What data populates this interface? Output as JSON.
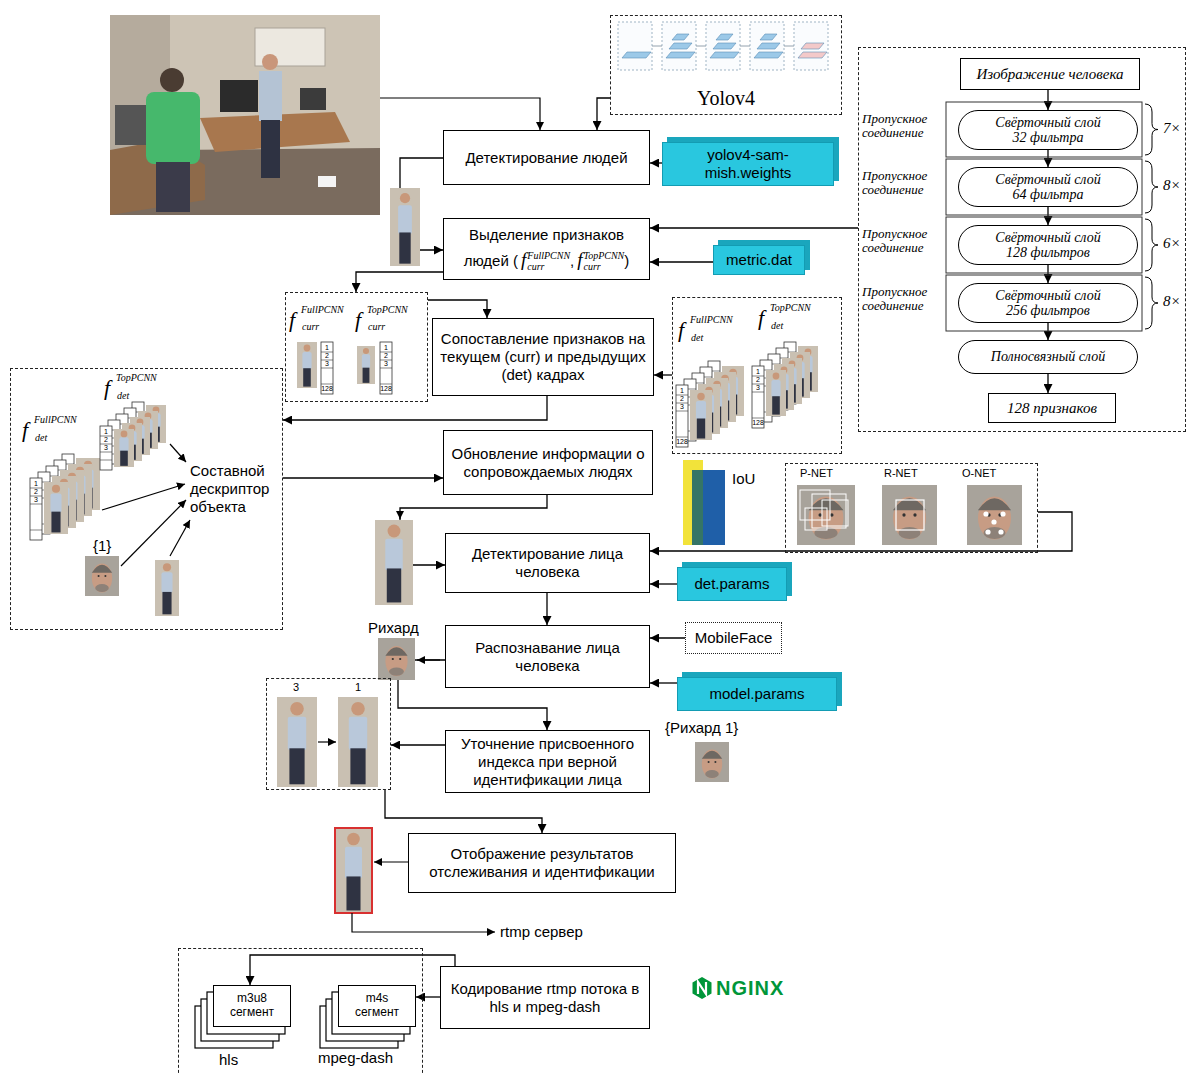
{
  "diagram": {
    "nodes": [
      {
        "text": [
          "Yolov4"
        ]
      },
      {
        "text": [
          "Пропускное соединение",
          "7×",
          "Пропускное соединение",
          "8×",
          "Пропускное соединение",
          "6×",
          "Пропускное соединение",
          "8×"
        ]
      },
      {
        "text": [
          "Изображение человека"
        ],
        "in": 1
      },
      {
        "text": [
          "Свёрточный слой 32 фильтра"
        ],
        "in": 1
      },
      {
        "text": [
          "Свёрточный слой 64 фильтра"
        ],
        "in": 1
      },
      {
        "text": [
          "Свёрточный слой 128 фильтров"
        ],
        "in": 1
      },
      {
        "text": [
          "Свёрточный слой 256 фильтров"
        ],
        "in": 1
      },
      {
        "text": [
          "Полносвязный слой"
        ],
        "in": 1
      },
      {
        "text": [
          "128 признаков"
        ],
        "in": 1
      },
      {
        "text": [
          "Детектирование людей"
        ]
      },
      {
        "text": [
          "yolov4-sam-mish.weights"
        ]
      },
      {
        "text": [
          "Выделение признаков людей (",
          "f",
          "FullPCNN",
          "curr",
          ",",
          "f",
          "TopPCNN",
          "curr",
          ")"
        ]
      },
      {
        "text": [
          "metric.dat"
        ]
      },
      {
        "text": [
          "f",
          "FullPCNN",
          "curr",
          "f",
          "TopPCNN",
          "curr",
          "1",
          "2",
          "3",
          "128",
          "1",
          "2",
          "3",
          "128"
        ]
      },
      {
        "text": [
          "Сопоставление признаков на текущем (curr) и предыдущих (det) кадрах"
        ]
      },
      {
        "text": [
          "f",
          "FullPCNN",
          "det",
          "f",
          "TopPCNN",
          "det",
          "1",
          "2",
          "3",
          "128",
          "1",
          "2",
          "3",
          "128"
        ]
      },
      {
        "text": [
          "f",
          "TopPCNN",
          "det",
          "f",
          "FullPCNN",
          "det",
          "1",
          "2",
          "3",
          "1",
          "2",
          "3",
          "Составной дескриптор объекта",
          "{1}"
        ]
      },
      {
        "text": [
          "Обновление информации о сопровождаемых людях"
        ]
      },
      {
        "text": [
          "P-NET",
          "R-NET",
          "O-NET"
        ]
      },
      {
        "text": [
          "Детектирование лица человека"
        ]
      },
      {
        "text": [
          "det.params"
        ]
      },
      {
        "text": [
          "MobileFace"
        ]
      },
      {
        "text": [
          "Распознавание лица человека"
        ]
      },
      {
        "text": [
          "model.params"
        ]
      },
      {
        "text": [
          "3",
          "1"
        ]
      },
      {
        "text": [
          "Уточнение присвоенного индекса при верной идентификации лица"
        ]
      },
      {
        "text": [
          "Отображение результатов отслеживания и идентификации"
        ]
      },
      {
        "text": [
          "hls",
          "mpeg-dash"
        ]
      },
      {
        "text": [
          "m3u8 сегмент"
        ],
        "in": 27
      },
      {
        "text": [
          "m4s сегмент"
        ],
        "in": 27
      },
      {
        "text": [
          "Кодирование rtmp потока в hls и mpeg-dash"
        ]
      }
    ],
    "edges": [
      {
        "from": 0,
        "to": 9,
        "arrow": "to"
      },
      {
        "from": 10,
        "to": 9,
        "arrow": "to"
      },
      {
        "from": 9,
        "to": 11,
        "arrow": "to"
      },
      {
        "from": 12,
        "to": 11,
        "arrow": "to"
      },
      {
        "from": 1,
        "to": 11,
        "arrow": "to"
      },
      {
        "from": 2,
        "to": 3,
        "arrow": "to"
      },
      {
        "from": 3,
        "to": 4,
        "arrow": "to"
      },
      {
        "from": 4,
        "to": 5,
        "arrow": "to"
      },
      {
        "from": 5,
        "to": 6,
        "arrow": "to"
      },
      {
        "from": 6,
        "to": 7,
        "arrow": "to"
      },
      {
        "from": 7,
        "to": 8,
        "arrow": "to"
      },
      {
        "from": 11,
        "to": 13,
        "arrow": "to"
      },
      {
        "from": 13,
        "to": 14,
        "arrow": "to"
      },
      {
        "from": 15,
        "to": 14,
        "arrow": "to"
      },
      {
        "from": 14,
        "to": 16,
        "arrow": "to"
      },
      {
        "from": 16,
        "to": 17,
        "arrow": "to"
      },
      {
        "from": 17,
        "to": 19,
        "arrow": "to"
      },
      {
        "from": 18,
        "to": 19,
        "arrow": "to"
      },
      {
        "from": 20,
        "to": 19,
        "arrow": "to"
      },
      {
        "from": 19,
        "to": 22,
        "arrow": "to"
      },
      {
        "from": 21,
        "to": 22,
        "arrow": "to"
      },
      {
        "from": 23,
        "to": 22,
        "arrow": "to"
      },
      {
        "from": 22,
        "to": 25,
        "arrow": "to"
      },
      {
        "from": 25,
        "to": 24,
        "arrow": "to"
      },
      {
        "from": 24,
        "to": 26,
        "arrow": "to"
      },
      {
        "from": 30,
        "to": 29,
        "arrow": "to"
      },
      {
        "from": 30,
        "to": 28,
        "arrow": "to"
      }
    ],
    "labels": [
      "IoU",
      "Рихард",
      "{Рихард 1}",
      "rtmp сервер",
      "NGINX"
    ]
  }
}
